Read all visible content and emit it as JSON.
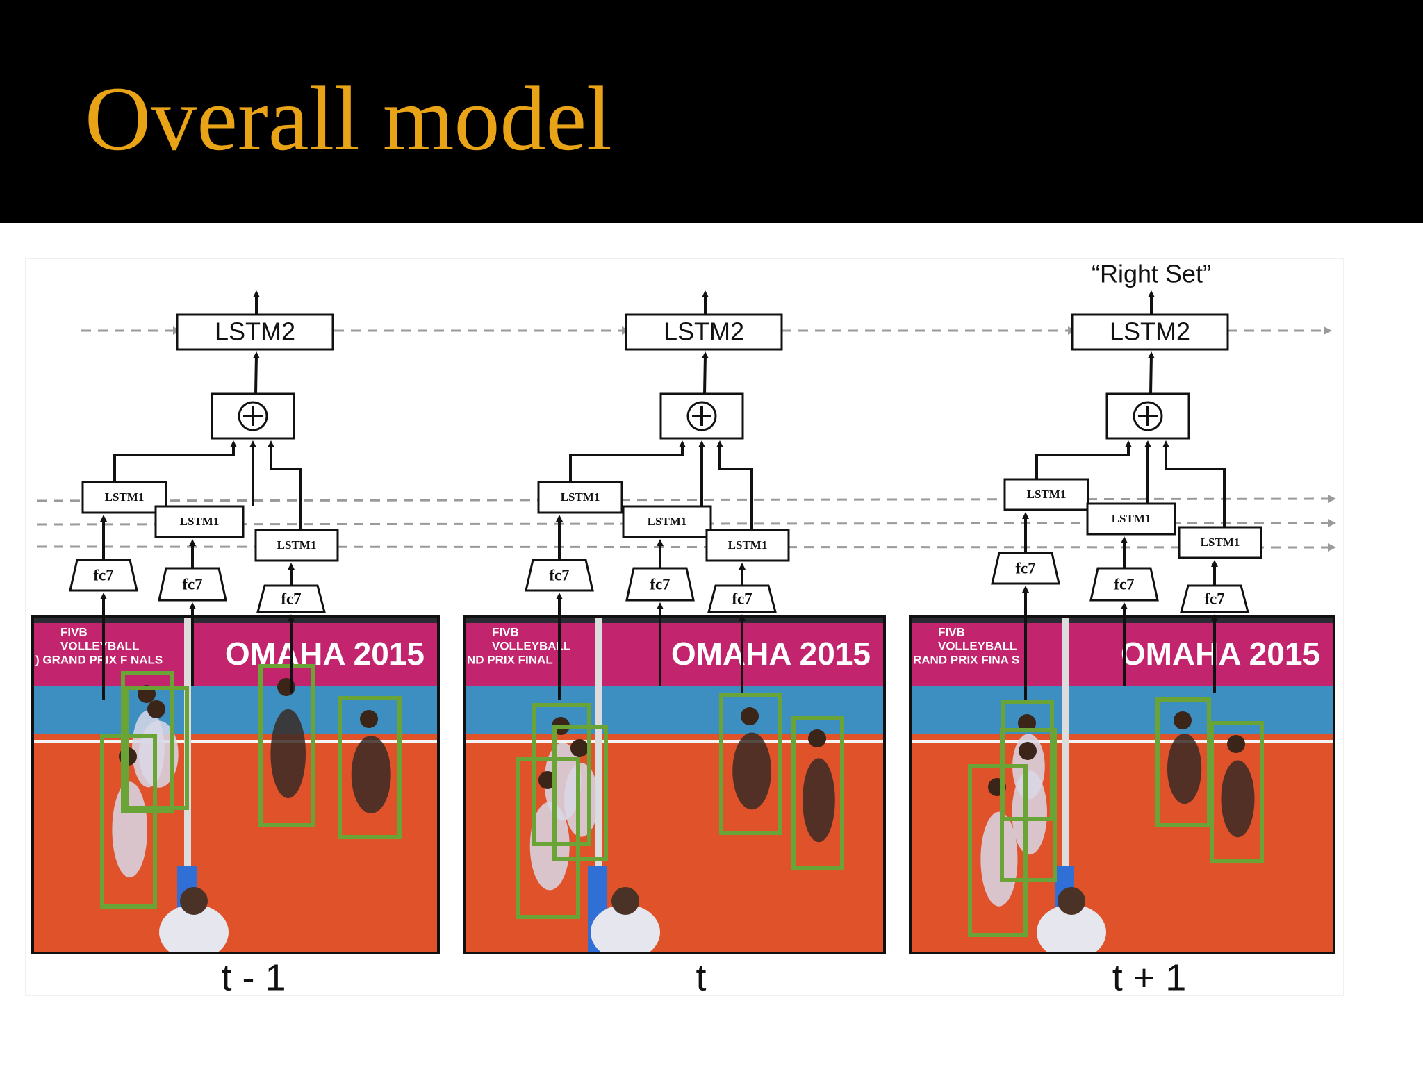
{
  "slide": {
    "title": "Overall model"
  },
  "colors": {
    "title": "#e8a317",
    "title_bar": "#000000",
    "person_box": "#6aa336",
    "arrow": "#111111",
    "recurrent_link": "#9a9a9a",
    "court_floor": "#e0522a",
    "court_blue": "#3c8fc0",
    "banner_magenta": "#c2256e"
  },
  "diagram": {
    "output_label": "“Right Set”",
    "lstm2_label": "LSTM2",
    "lstm1_label": "LSTM1",
    "fc7_label": "fc7",
    "pool_symbol": "⊕",
    "timesteps": [
      {
        "label": "t - 1",
        "banner_left": "FIVB",
        "banner_sub": "VOLLEYBALL",
        "banner_event": ") GRAND PRIX F NALS",
        "banner_right": "OMAHA 2015"
      },
      {
        "label": "t",
        "banner_left": "FIVB",
        "banner_sub": "VOLLEYBALL",
        "banner_event": "ND PRIX FINAL",
        "banner_right": "OMAHA 2015"
      },
      {
        "label": "t + 1",
        "banner_left": "FIVB",
        "banner_sub": "VOLLEYBALL",
        "banner_event": "RAND PRIX FINA S",
        "banner_right": "OMAHA 2015"
      }
    ]
  }
}
